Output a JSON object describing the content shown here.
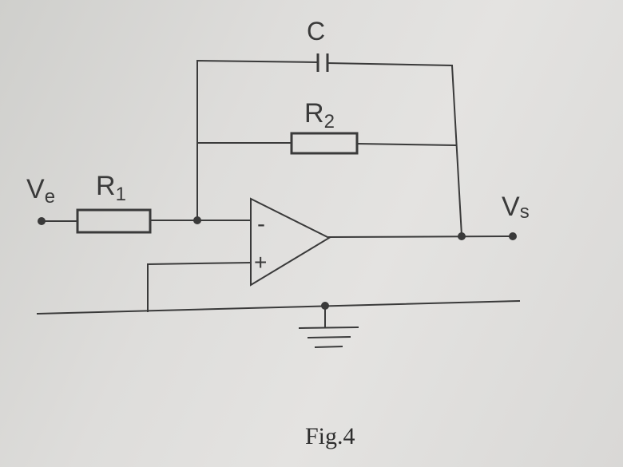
{
  "labels": {
    "capacitor": "C",
    "r2_main": "R",
    "r2_sub": "2",
    "r1_main": "R",
    "r1_sub": "1",
    "ve_main": "V",
    "ve_sub": "e",
    "vs_main": "V",
    "vs_sub": "s",
    "minus": "-",
    "plus": "+"
  },
  "caption": "Fig.4"
}
